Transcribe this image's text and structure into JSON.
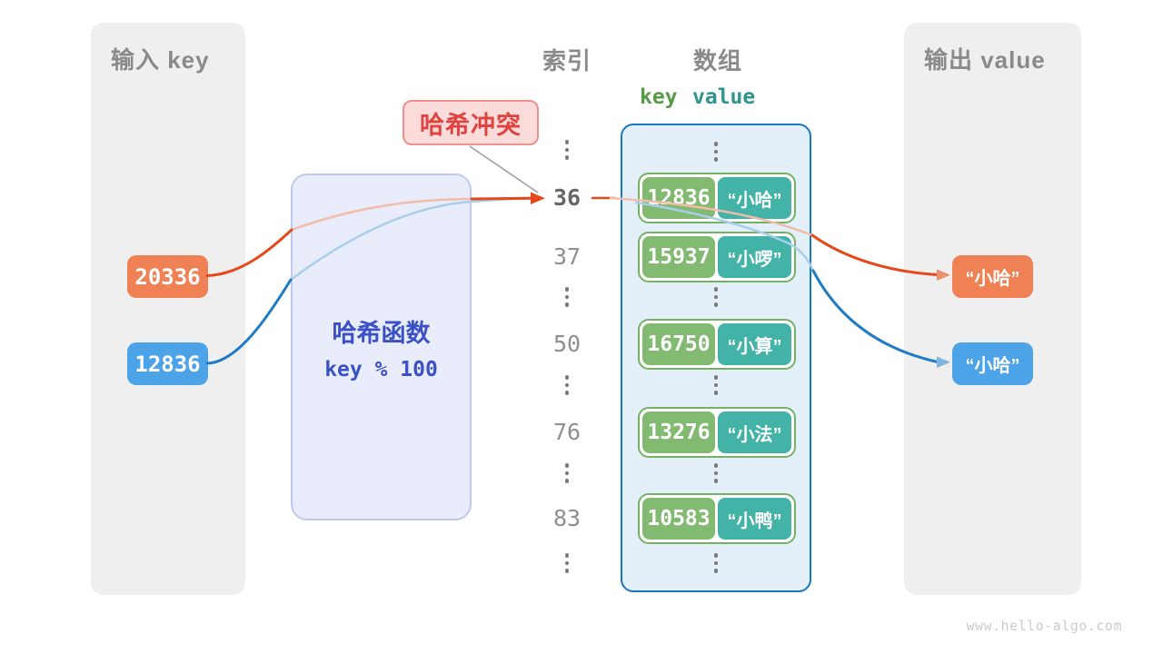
{
  "panels": {
    "input": {
      "title": "输入 key"
    },
    "output": {
      "title": "输出 value"
    }
  },
  "hash_function": {
    "name": "哈希函数",
    "formula": "key % 100"
  },
  "collision": {
    "label": "哈希冲突"
  },
  "columns": {
    "index_header": "索引",
    "array_header": "数组",
    "key_header": "key",
    "value_header": "value"
  },
  "input_keys": [
    {
      "value": "20336",
      "color": "#ef8155"
    },
    {
      "value": "12836",
      "color": "#4da3e8"
    }
  ],
  "index_labels": [
    {
      "value": "36",
      "highlight": true
    },
    {
      "value": "37"
    },
    {
      "value": "50"
    },
    {
      "value": "76"
    },
    {
      "value": "83"
    }
  ],
  "array_rows": [
    {
      "key": "12836",
      "value": "“小哈”"
    },
    {
      "key": "15937",
      "value": "“小啰”"
    },
    {
      "key": "16750",
      "value": "“小算”"
    },
    {
      "key": "13276",
      "value": "“小法”"
    },
    {
      "key": "10583",
      "value": "“小鸭”"
    }
  ],
  "outputs": [
    {
      "value": "“小哈”",
      "color": "#ef8155"
    },
    {
      "value": "“小哈”",
      "color": "#4da3e8"
    }
  ],
  "watermark": "www.hello-algo.com",
  "colors": {
    "panel_bg": "#efefef",
    "header_text": "#8a8a8a",
    "orange_chip": "#ef8155",
    "blue_chip": "#4da3e8",
    "orange_arrow": "#e5491b",
    "blue_arrow": "#1f7bc4",
    "array_border": "#1976c2",
    "array_bg": "#e3f0fa",
    "pair_border": "#74b162",
    "key_cell": "#81ba70",
    "value_cell": "#42b3a6",
    "hash_box_bg": "#e9edfb",
    "hash_box_border": "#bfc9f0",
    "hash_text": "#3a51c6",
    "collision_bg": "#fbdcdb",
    "collision_border": "#f0908c",
    "collision_text": "#df4340",
    "key_header_green": "#569a48",
    "value_header_teal": "#2f948b"
  }
}
